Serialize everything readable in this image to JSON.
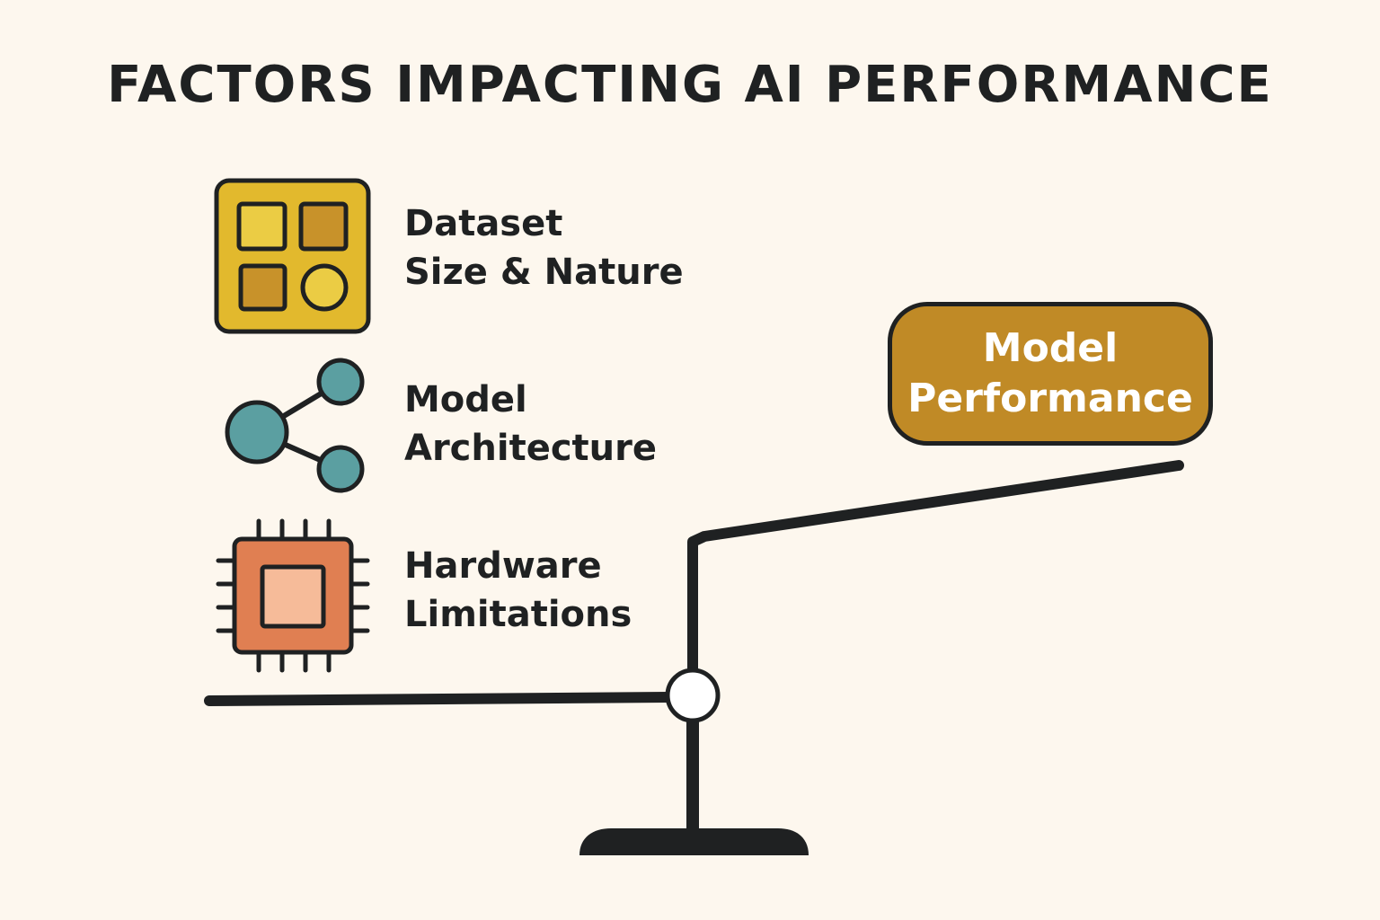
{
  "title": "FACTORS IMPACTING AI PERFORMANCE",
  "factors": [
    {
      "line1": "Dataset",
      "line2": "Size & Nature",
      "icon": "dataset-grid-icon",
      "color": "#e2b92d"
    },
    {
      "line1": "Model",
      "line2": "Architecture",
      "icon": "network-nodes-icon",
      "color": "#5b9fa1"
    },
    {
      "line1": "Hardware",
      "line2": "Limitations",
      "icon": "microchip-icon",
      "color": "#e07f52"
    }
  ],
  "outcome": {
    "line1": "Model",
    "line2": "Performance",
    "color": "#c08a26"
  },
  "colors": {
    "background": "#fdf7ee",
    "ink": "#1f2122"
  }
}
